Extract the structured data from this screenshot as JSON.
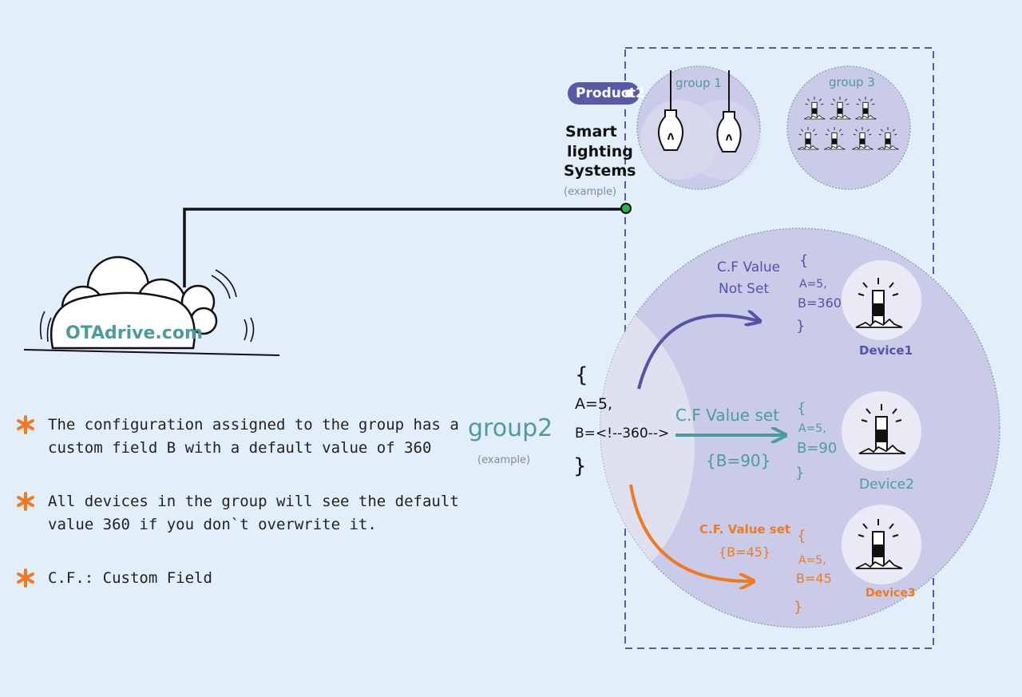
{
  "cloud": {
    "brand": "OTAdrive.com"
  },
  "product": {
    "label": "Product2"
  },
  "system": {
    "line1": "Smart",
    "line2": "lighting",
    "line3": "Systems",
    "sample": "(example)"
  },
  "groups": {
    "group1": "group 1",
    "group3": "group 3",
    "group2": {
      "label": "group2",
      "sample": "(example)"
    }
  },
  "group_config": {
    "open": "{",
    "a": "A=5,",
    "b": "B=<!--360-->",
    "close": "}"
  },
  "flows": [
    {
      "label_line1": "C.F Value",
      "label_line2": "Not Set",
      "config": [
        "{",
        "A=5,",
        "B=360",
        "}"
      ],
      "device": "Device1",
      "color": "#5553a6"
    },
    {
      "label_line1": "C.F Value set",
      "label_line2": "{B=90}",
      "config": [
        "{",
        "A=5,",
        "B=90",
        "}"
      ],
      "device": "Device2",
      "color": "#4e9b9b"
    },
    {
      "label_line1": "C.F. Value set",
      "label_line2": "{B=45}",
      "config": [
        "{",
        "A=5,",
        "B=45",
        "}"
      ],
      "device": "Device3",
      "color": "#f07a22"
    }
  ],
  "notes": [
    {
      "text": "The configuration assigned to the group has a custom field B with a default value of 360"
    },
    {
      "text": "All devices in the group will see the default value 360 if you don`t overwrite it."
    },
    {
      "text": "C.F.: Custom Field"
    }
  ],
  "colors": {
    "background": "#e3eefb",
    "circle_fill": "#c9cbe8",
    "accent_purple": "#5553a6",
    "accent_teal": "#4e9b9b",
    "accent_orange": "#f07a22",
    "connector_node": "#2bb24c"
  }
}
